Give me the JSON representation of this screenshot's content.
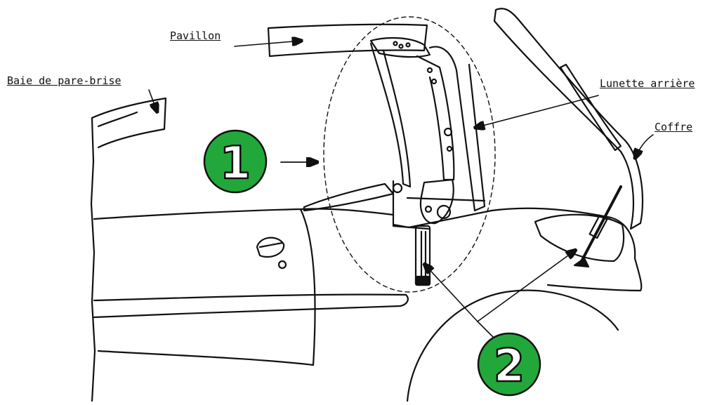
{
  "labels": {
    "pavillon": "Pavillon",
    "baie": "Baie de pare-brise",
    "lunette": "Lunette arrière",
    "coffre": "Coffre"
  },
  "markers": {
    "one": "1",
    "two": "2"
  },
  "colors": {
    "marker_fill": "#22a83a",
    "marker_text": "#ffffff",
    "line": "#111111"
  }
}
